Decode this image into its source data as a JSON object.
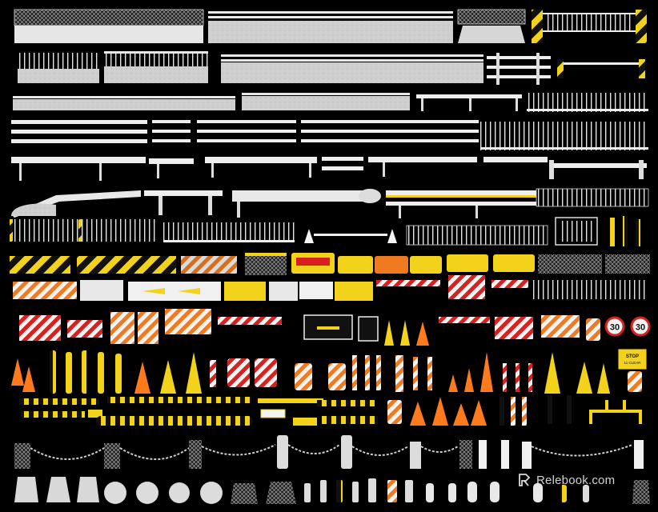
{
  "canvas": {
    "background": "#000000"
  },
  "colors": {
    "concrete": "#cfcfcf",
    "rail": "#e8e8e8",
    "safety_yellow": "#f2d21a",
    "hazard_black": "#111111",
    "warning_orange": "#f07a1f",
    "cone_orange": "#ff7a1c",
    "signal_red": "#d8201f",
    "white": "#f4f4f4"
  },
  "signs": {
    "speed_limit_1": "30",
    "speed_limit_2": "30",
    "notice_title": "STOP",
    "notice_body": "11 CLEAR"
  },
  "watermark": {
    "icon": "relebook-logo-icon",
    "text": "Relebook.com"
  }
}
